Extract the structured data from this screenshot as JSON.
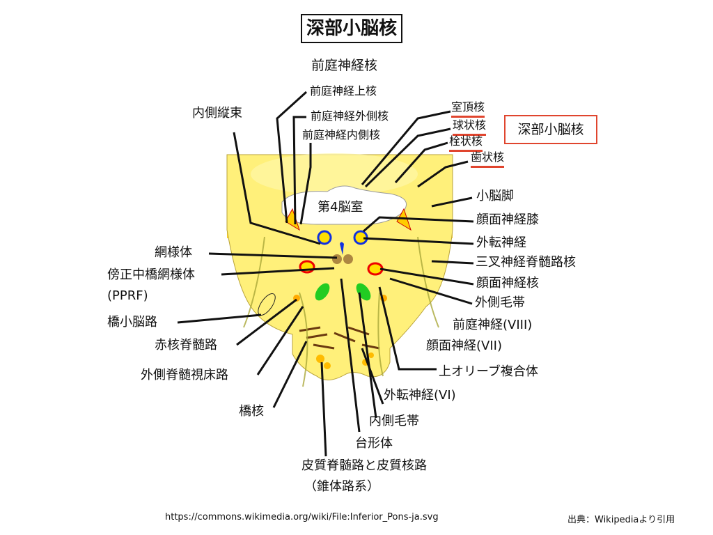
{
  "title": "深部小脳核",
  "labels": {
    "vestibular_nuclei": "前庭神経核",
    "superior_vestibular": "前庭神経上核",
    "mlf": "内側縦束",
    "lateral_vestibular": "前庭神経外側核",
    "medial_vestibular": "前庭神経内側核",
    "fastigial": "室頂核",
    "globose": "球状核",
    "emboliform": "栓状核",
    "dentate": "歯状核",
    "deep_cerebellar_box": "深部小脳核",
    "fourth_ventricle": "第4脳室",
    "cerebellar_peduncle": "小脳脚",
    "facial_genu": "顔面神経膝",
    "abducens_nucleus": "外転神経",
    "spinal_trigeminal": "三叉神経脊髄路核",
    "facial_nucleus": "顔面神経核",
    "lateral_lemniscus": "外側毛帯",
    "vestibular_nerve": "前庭神経(VIII)",
    "facial_nerve": "顔面神経(VII)",
    "superior_olive": "上オリーブ複合体",
    "abducens_nerve": "外転神経(VI)",
    "medial_lemniscus": "内側毛帯",
    "trapezoid_body": "台形体",
    "corticospinal": "皮質脊髄路と皮質核路",
    "pyramidal": "（錐体路系）",
    "reticular": "網様体",
    "pprf": "傍正中橋網様体",
    "pprf_abbr": "(PPRF)",
    "pontocerebellar": "橋小脳路",
    "rubrospinal": "赤核脊髄路",
    "spinothalamic": "外側脊髄視床路",
    "pontine_nuclei": "橋核"
  },
  "footer": {
    "url": "https://commons.wikimedia.org/wiki/File:Inferior_Pons-ja.svg",
    "source": "出典：Wikipediaより引用"
  },
  "colors": {
    "accent": "#e0452e",
    "pons": "#fff07a",
    "pons_dark": "#ffd42a"
  }
}
